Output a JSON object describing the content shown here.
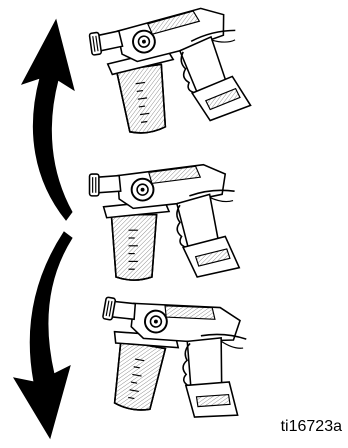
{
  "figure": {
    "caption": "ti16723a",
    "items": [
      {
        "name": "sprayer-tilted-up"
      },
      {
        "name": "sprayer-level"
      },
      {
        "name": "sprayer-tilted-down"
      }
    ],
    "arrows": [
      {
        "name": "tilt-up-arrow",
        "direction": "up"
      },
      {
        "name": "tilt-down-arrow",
        "direction": "down"
      }
    ],
    "colors": {
      "ink": "#000000",
      "fill": "#ffffff",
      "hatch": "#888888"
    }
  }
}
